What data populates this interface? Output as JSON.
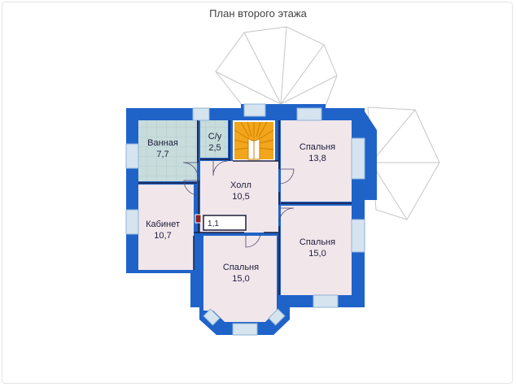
{
  "title": "План второго этажа",
  "rooms": {
    "bath": {
      "name": "Ванная",
      "area": "7,7"
    },
    "wc": {
      "name": "С/у",
      "area": "2,5"
    },
    "hall": {
      "name": "Холл",
      "area": "10,5"
    },
    "bed_ne": {
      "name": "Спальня",
      "area": "13,8"
    },
    "study": {
      "name": "Кабинет",
      "area": "10,7"
    },
    "closet": {
      "area": "1,1"
    },
    "bed_e": {
      "name": "Спальня",
      "area": "15,0"
    },
    "bed_s": {
      "name": "Спальня",
      "area": "15,0"
    }
  },
  "colors": {
    "wall": "#1f63c9",
    "room": "#f1e6ea",
    "tile": "#c8dcdc",
    "stair": "#f2a61c",
    "window": "#d6e4f0",
    "roof": "#c6c6c6"
  }
}
